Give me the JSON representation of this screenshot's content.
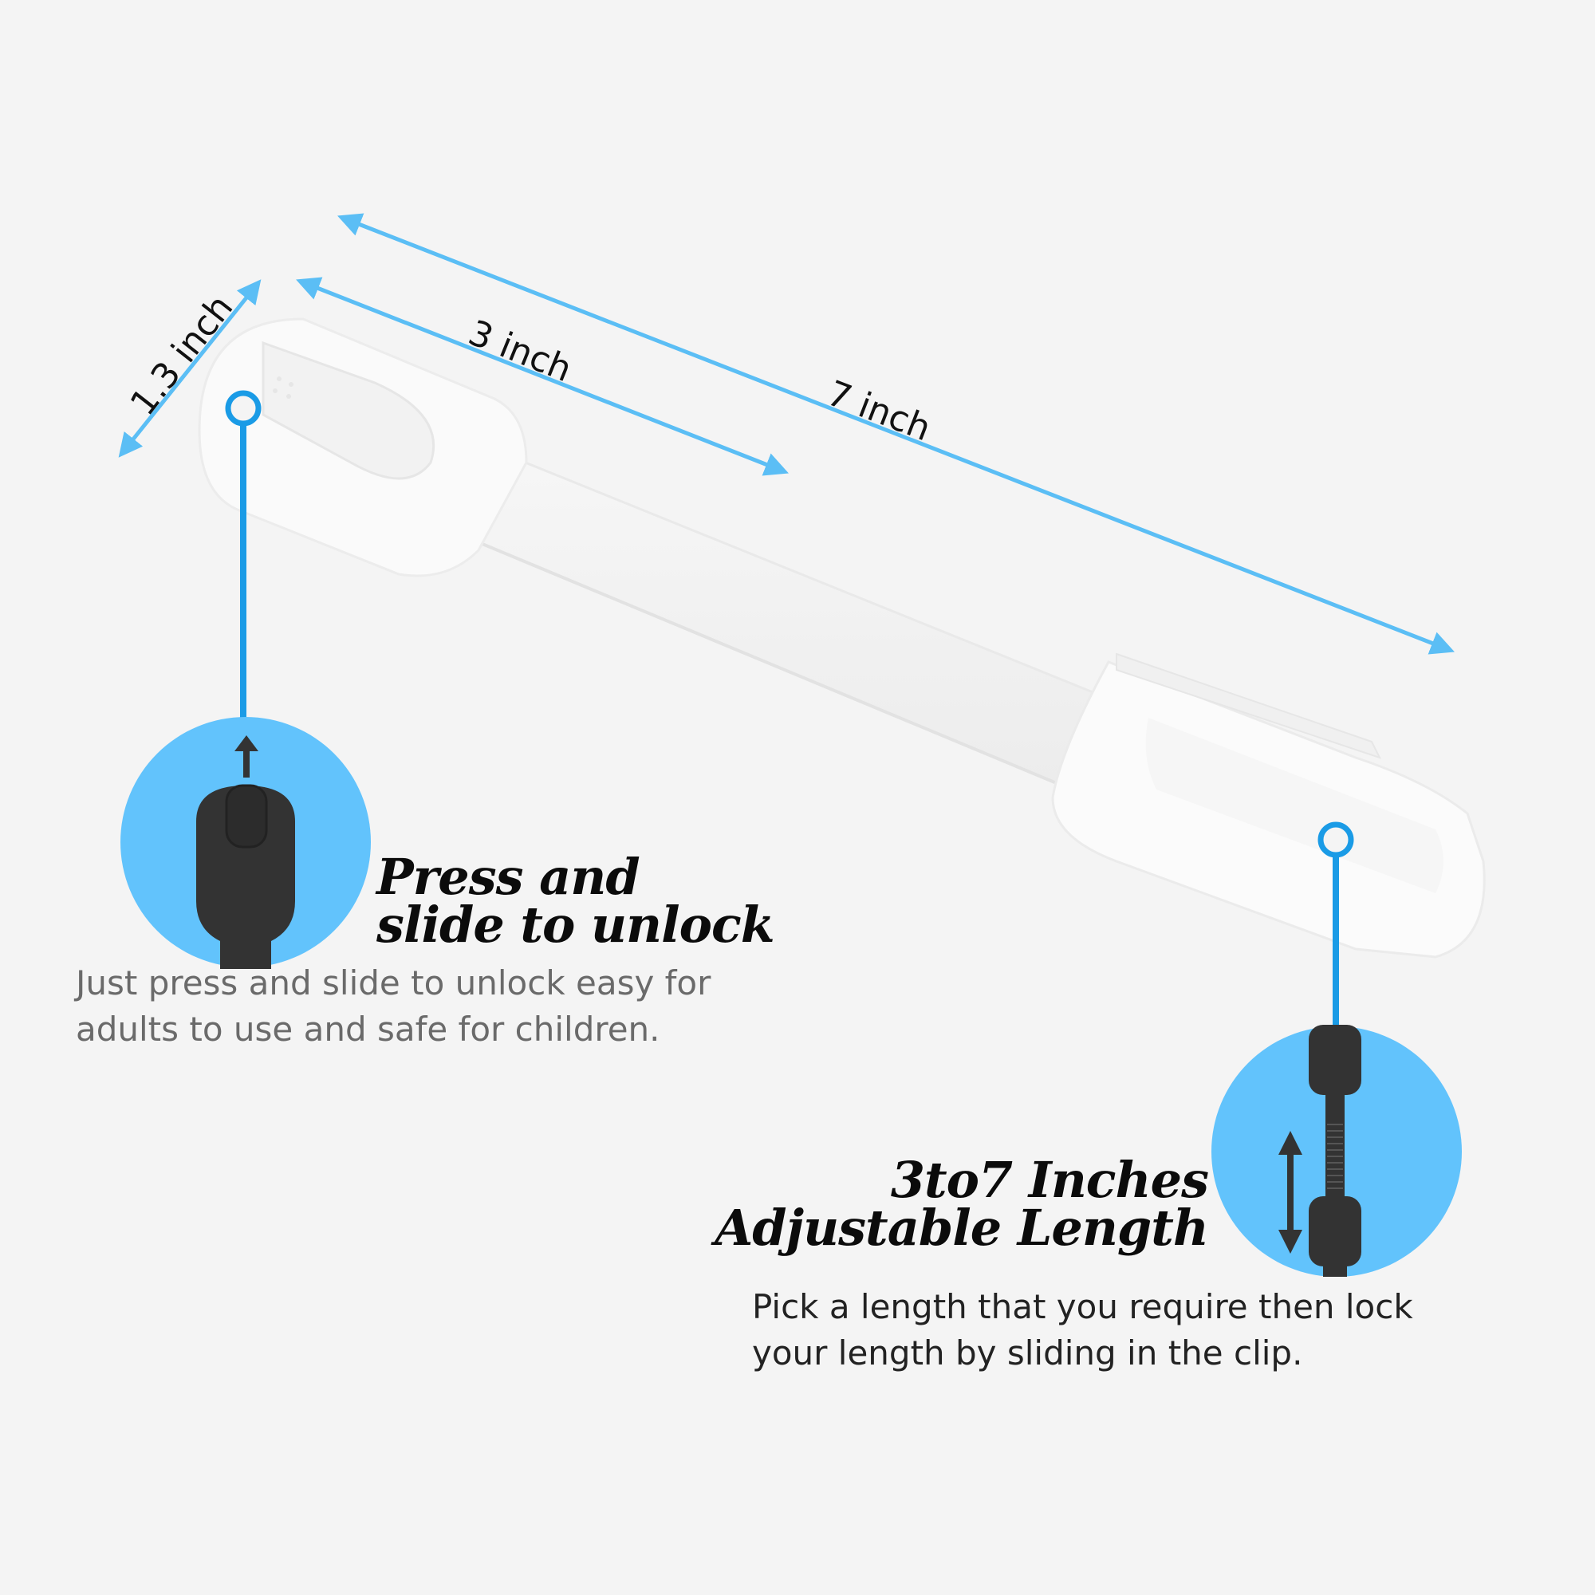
{
  "colors": {
    "background": "#f4f4f4",
    "accent_blue": "#62c3fc",
    "line_blue": "#1a9be6",
    "icon_dark": "#333333",
    "product_white": "#fdfdfd"
  },
  "dimensions": {
    "height": "1.3 inch",
    "clip": "3 inch",
    "total": "7 inch"
  },
  "callouts": {
    "unlock": {
      "title_line1": "Press and",
      "title_line2": "slide to unlock",
      "desc_line1": "Just press and slide to unlock easy for",
      "desc_line2": "adults to use and safe for children.",
      "icon": "slide-button-icon"
    },
    "adjust": {
      "title_line1": "3to7 Inches",
      "title_line2": "Adjustable Length",
      "desc_line1": "Pick a length that you require then lock",
      "desc_line2": "your length by sliding in the clip.",
      "icon": "strap-length-icon"
    }
  }
}
